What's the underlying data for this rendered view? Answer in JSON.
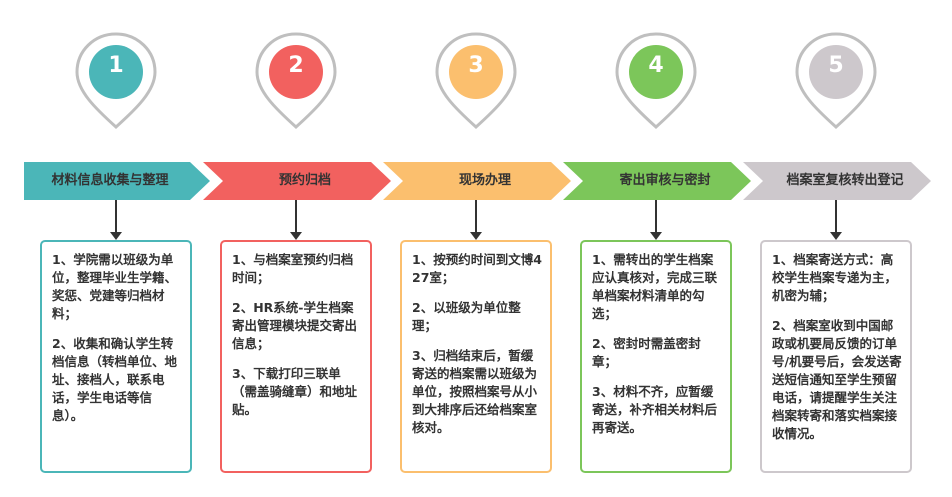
{
  "colors": {
    "teal": "#4bb6b8",
    "coral": "#f2615f",
    "amber": "#fbbf6e",
    "green": "#7cc65a",
    "gray": "#cdc8cc"
  },
  "steps": [
    {
      "number": "1",
      "title": "材料信息收集与整理",
      "icon": "map-pin-icon",
      "lines": [
        "1、学院需以班级为单位，整理毕业生学籍、奖惩、党建等归档材料；",
        "2、收集和确认学生转档信息（转档单位、地址、接档人，联系电话，学生电话等信息）。"
      ]
    },
    {
      "number": "2",
      "title": "预约归档",
      "icon": "map-pin-icon",
      "lines": [
        "1、与档案室预约归档时间；",
        "2、HR系统-学生档案寄出管理模块提交寄出信息；",
        "3、下载打印三联单（需盖骑缝章）和地址贴。"
      ]
    },
    {
      "number": "3",
      "title": "现场办理",
      "icon": "map-pin-icon",
      "lines": [
        "1、按预约时间到文博427室；",
        "2、以班级为单位整理；",
        "3、归档结束后，暂缓寄送的档案需以班级为单位，按照档案号从小到大排序后还给档案室核对。"
      ]
    },
    {
      "number": "4",
      "title": "寄出审核与密封",
      "icon": "map-pin-icon",
      "lines": [
        "1、需转出的学生档案应认真核对，完成三联单档案材料清单的勾选；",
        "2、密封时需盖密封章；",
        "3、材料不齐，应暂缓寄送，补齐相关材料后再寄送。"
      ]
    },
    {
      "number": "5",
      "title": "档案室复核转出登记",
      "icon": "map-pin-icon",
      "lines": [
        "1、档案寄送方式：高校学生档案专递为主，机密为辅；",
        "2、档案室收到中国邮政或机要局反馈的订单号/机要号后，会发送寄送短信通知至学生预留电话，请提醒学生关注档案转寄和落实档案接收情况。"
      ]
    }
  ]
}
